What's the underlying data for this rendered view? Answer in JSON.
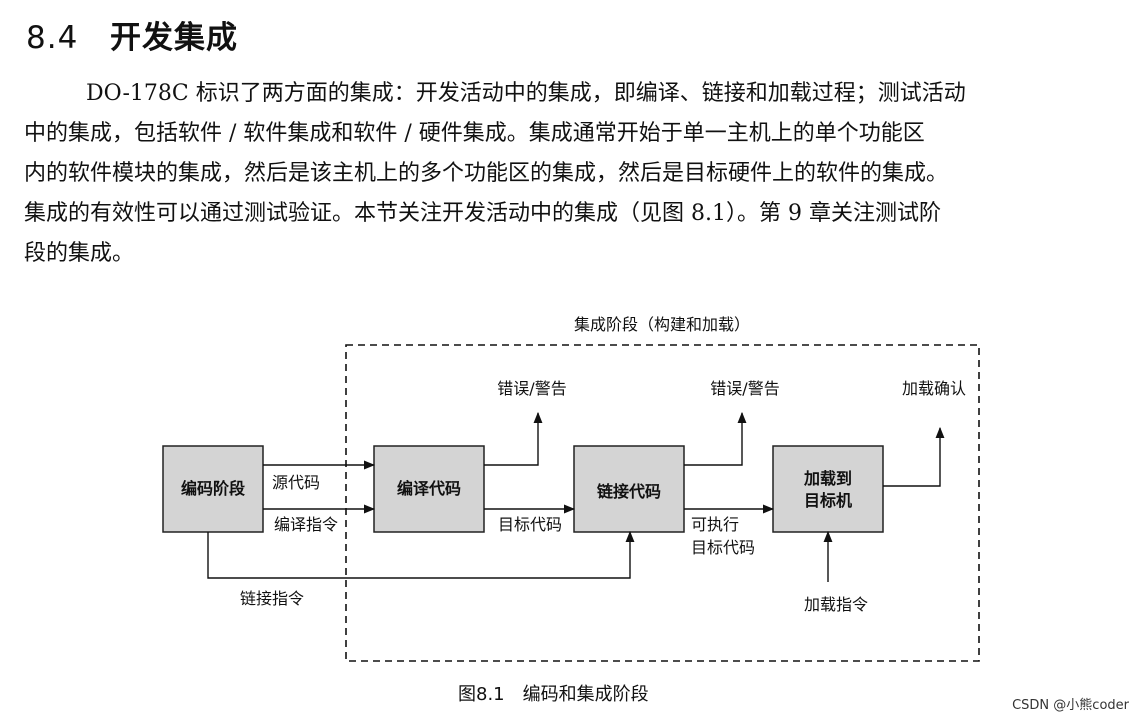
{
  "section": {
    "number": "8.4",
    "title": "开发集成"
  },
  "paragraph": {
    "lines": [
      "DO-178C 标识了两方面的集成：开发活动中的集成，即编译、链接和加载过程；测试活动",
      "中的集成，包括软件 / 软件集成和软件 / 硬件集成。集成通常开始于单一主机上的单个功能区",
      "内的软件模块的集成，然后是该主机上的多个功能区的集成，然后是目标硬件上的软件的集成。",
      "集成的有效性可以通过测试验证。本节关注开发活动中的集成（见图 8.1）。第 9 章关注测试阶",
      "段的集成。"
    ]
  },
  "figure": {
    "phase_label": "集成阶段（构建和加载）",
    "boxes": {
      "coding": "编码阶段",
      "compile": "编译代码",
      "link": "链接代码",
      "load_line1": "加载到",
      "load_line2": "目标机"
    },
    "labels": {
      "source_code": "源代码",
      "compile_instructions": "编译指令",
      "link_instructions": "链接指令",
      "object_code": "目标代码",
      "executable_line1": "可执行",
      "executable_line2": "目标代码",
      "load_instructions": "加载指令",
      "errors_warnings_1": "错误/警告",
      "errors_warnings_2": "错误/警告",
      "load_confirm": "加载确认"
    },
    "caption": "图8.1　编码和集成阶段"
  },
  "watermark": "CSDN @小熊coder"
}
